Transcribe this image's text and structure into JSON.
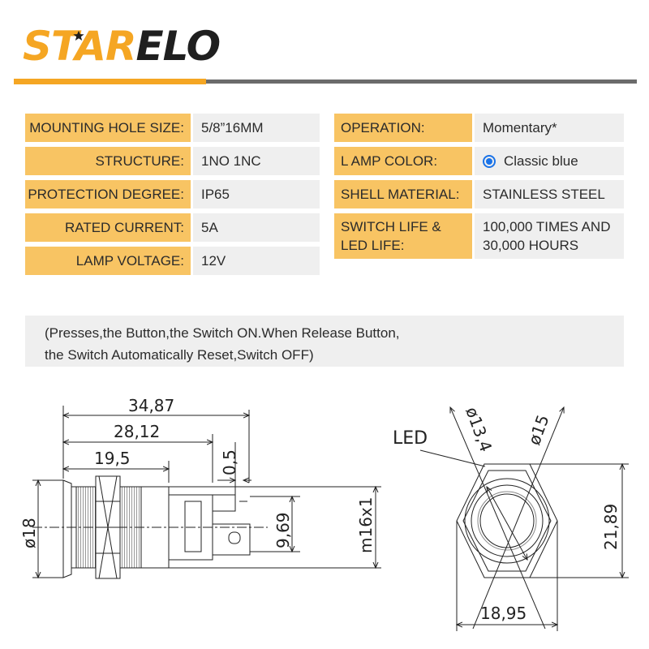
{
  "brand": {
    "logo_text_1": "ST",
    "logo_text_2": "AR",
    "logo_text_3": "ELO"
  },
  "colors": {
    "accent_orange": "#f5a623",
    "label_bg": "#f8c463",
    "value_bg": "#efefef",
    "divider_gray": "#6b6b6b",
    "radio_blue": "#1a73e8"
  },
  "specs_left": [
    {
      "label": "MOUNTING HOLE SIZE:",
      "value": "5/8”16MM"
    },
    {
      "label": "STRUCTURE:",
      "value": "1NO 1NC"
    },
    {
      "label": "PROTECTION DEGREE:",
      "value": "IP65"
    },
    {
      "label": "RATED CURRENT:",
      "value": "5A"
    },
    {
      "label": "LAMP VOLTAGE:",
      "value": "12V"
    }
  ],
  "specs_right": [
    {
      "label": "OPERATION:",
      "value": "Momentary*"
    },
    {
      "label": "L AMP COLOR:",
      "value": "Classic blue",
      "icon": "radio-selected-icon"
    },
    {
      "label": "SHELL MATERIAL:",
      "value": "STAINLESS STEEL"
    },
    {
      "label_line1": "SWITCH LIFE &",
      "label_line2": "LED LIFE:",
      "value_line1": "100,000 TIMES AND",
      "value_line2": "30,000 HOURS"
    }
  ],
  "note": {
    "line1": "(Presses,the Button,the Switch ON.When Release Button,",
    "line2": "the Switch Automatically Reset,Switch OFF)"
  },
  "side_drawing": {
    "dim_total": "34,87",
    "dim_body": "28,12",
    "dim_thread": "19,5",
    "dim_pin": "0,5",
    "dim_terminal": "9,69",
    "dim_head_dia": "ø18",
    "dim_thread_spec": "m16x1"
  },
  "front_drawing": {
    "label_led": "LED",
    "dim_inner": "ø13,4",
    "dim_outer": "ø15",
    "dim_height": "21,89",
    "dim_width": "18,95"
  }
}
